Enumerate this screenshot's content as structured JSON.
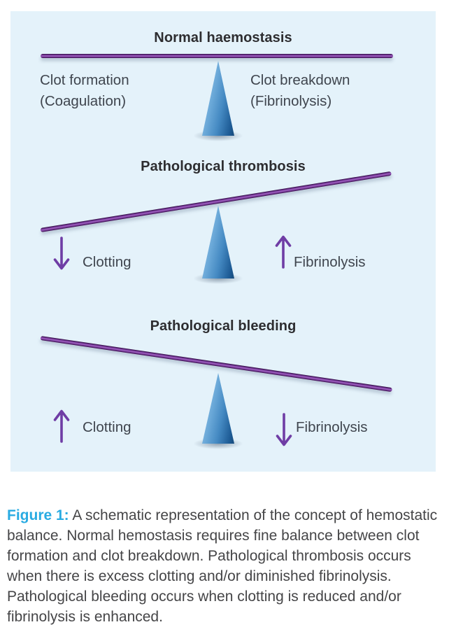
{
  "colors": {
    "panel-bg": "#e4f2fa",
    "beam": "#7b3f9d",
    "fulcrum": "#4489c2",
    "title-text": "#2d2d30",
    "label-text": "#3f454e",
    "arrow": "#6f3da5",
    "figure-label": "#29abe2",
    "caption-text": "#454547"
  },
  "balances": [
    {
      "title": "Normal haemostasis",
      "tilt": "balanced",
      "left": {
        "line1": "Clot formation",
        "line2": "(Coagulation)"
      },
      "right": {
        "line1": "Clot breakdown",
        "line2": "(Fibrinolysis)"
      }
    },
    {
      "title": "Pathological thrombosis",
      "tilt": "left-down-right-up",
      "left": {
        "arrow": "down",
        "label": "Clotting"
      },
      "right": {
        "arrow": "up",
        "label": "Fibrinolysis"
      }
    },
    {
      "title": "Pathological bleeding",
      "tilt": "left-up-right-down",
      "left": {
        "arrow": "up",
        "label": "Clotting"
      },
      "right": {
        "arrow": "down",
        "label": "Fibrinolysis"
      }
    }
  ],
  "caption": {
    "label": "Figure 1:",
    "text": " A schematic representation of the concept of hemostatic balance. Normal hemostasis requires fine balance between clot formation and clot breakdown. Pathological thrombosis occurs when there is excess clotting and/or diminished fibrinolysis. Pathological bleeding occurs when clotting is reduced and/or fibrinolysis is enhanced."
  }
}
